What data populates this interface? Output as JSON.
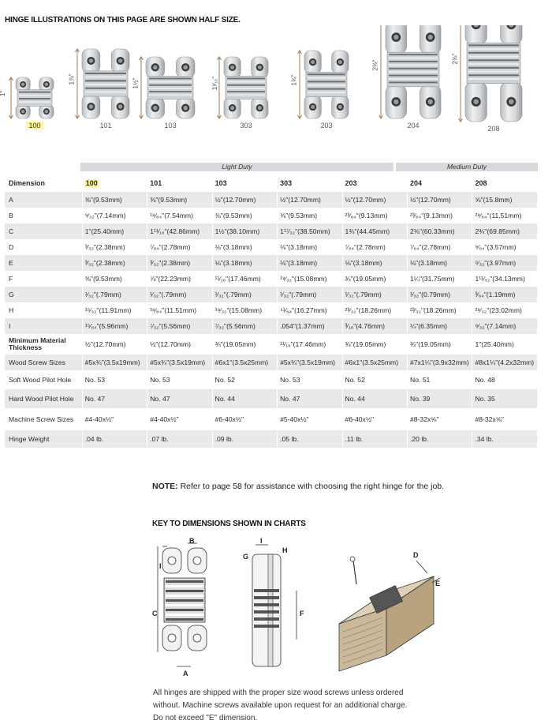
{
  "header": "HINGE ILLUSTRATIONS ON THIS PAGE ARE SHOWN HALF SIZE.",
  "hinges": [
    {
      "model": "100",
      "height_label": "1\""
    },
    {
      "model": "101",
      "height_label": "1⅞\""
    },
    {
      "model": "103",
      "height_label": "1½\""
    },
    {
      "model": "303",
      "height_label": "1³⁄₁₆\""
    },
    {
      "model": "203",
      "height_label": "1¾\""
    },
    {
      "model": "204",
      "height_label": "2⅜\""
    },
    {
      "model": "208",
      "height_label": "2¾\""
    }
  ],
  "duty": {
    "light": "Light Duty",
    "medium": "Medium Duty"
  },
  "table": {
    "header": [
      "Dimension",
      "100",
      "101",
      "103",
      "303",
      "203",
      "204",
      "208"
    ],
    "rows": [
      {
        "label": "A",
        "values": [
          "⅜\"(9.53mm)",
          "⅜\"(9.53mm)",
          "½\"(12.70mm)",
          "½\"(12.70mm)",
          "½\"(12.70mm)",
          "½\"(12.70mm)",
          "⅝\"(15.8mm)"
        ]
      },
      {
        "label": "B",
        "values": [
          "⁹⁄₃₂\"(7.14mm)",
          "¹⁹⁄₆₄\"(7.54mm)",
          "⅜\"(9.53mm)",
          "⅜\"(9.53mm)",
          "²³⁄₆₄\"(9.13mm)",
          "²³⁄₆₄\"(9.13mm)",
          "²⁹⁄₆₄\"(11.51mm)"
        ]
      },
      {
        "label": "C",
        "values": [
          "1\"(25.40mm)",
          "1¹¹⁄₁₆\"(42.86mm)",
          "1½\"(38.10mm)",
          "1¹⁷⁄₃₂\"(38.50mm)",
          "1¾\"(44.45mm)",
          "2⅜\"(60.33mm)",
          "2¾\"(69.85mm)"
        ]
      },
      {
        "label": "D",
        "values": [
          "³⁄₃₂\"(2.38mm)",
          "⁷⁄₆₄\"(2.78mm)",
          "⅛\"(3.18mm)",
          "⅛\"(3.18mm)",
          "⁷⁄₆₄\"(2.78mm)",
          "⁷⁄₆₄\"(2.78mm)",
          "⁹⁄₆₄\"(3.57mm)"
        ]
      },
      {
        "label": "E",
        "values": [
          "³⁄₃₂\"(2.38mm)",
          "³⁄₃₂\"(2.38mm)",
          "⅛\"(3.18mm)",
          "⅛\"(3.18mm)",
          "⅛\"(3.18mm)",
          "⅛\"(3.18mm)",
          "⁵⁄₃₂\"(3.97mm)"
        ]
      },
      {
        "label": "F",
        "values": [
          "⅜\"(9.53mm)",
          "⅞\"(22.23mm)",
          "¹¹⁄₁₆\"(17.46mm)",
          "¹⁹⁄₃₂\"(15.08mm)",
          "¾\"(19.05mm)",
          "1¼\"(31.75mm)",
          "1¹¹⁄₃₂\"(34.13mm)"
        ]
      },
      {
        "label": "G",
        "values": [
          "¹⁄₃₂\"(.79mm)",
          "¹⁄₃₂\"(.79mm)",
          "¹⁄₃₂\"(.79mm)",
          "¹⁄₃₂\"(.79mm)",
          "¹⁄₃₂\"(.79mm)",
          "¹⁄₃₂\"(0.79mm)",
          "³⁄₆₄\"(1.19mm)"
        ]
      },
      {
        "label": "H",
        "values": [
          "¹⁵⁄₃₂\"(11.91mm)",
          "²⁹⁄₆₄\"(11.51mm)",
          "¹⁹⁄₃₂\"(15.08mm)",
          "⁴¹⁄₆₄\"(16.27mm)",
          "²³⁄₃₂\"(18.26mm)",
          "²³⁄₃₂\"(18.26mm)",
          "²⁹⁄₃₂\"(23.02mm)"
        ]
      },
      {
        "label": "I",
        "values": [
          "¹⁵⁄₆₄\"(5.96mm)",
          "⁷⁄₃₂\"(5.56mm)",
          "⁷⁄₃₂\"(5.56mm)",
          ".054\"(1.37mm)",
          "³⁄₁₆\"(4.76mm)",
          "¼\"(6.35mm)",
          "⁹⁄₃₂\"(7.14mm)"
        ]
      },
      {
        "label": "Minimum Material Thickness",
        "values": [
          "½\"(12.70mm)",
          "½\"(12.70mm)",
          "¾\"(19.05mm)",
          "¹¹⁄₁₆\"(17.46mm)",
          "¾\"(19.05mm)",
          "¾\"(19.05mm)",
          "1\"(25.40mm)"
        ]
      },
      {
        "label": "Wood Screw Sizes",
        "values": [
          "#5x¾\"(3.5x19mm)",
          "#5x¾\"(3.5x19mm)",
          "#6x1\"(3.5x25mm)",
          "#5x¾\"(3.5x19mm)",
          "#6x1\"(3.5x25mm)",
          "#7x1¼\"(3.9x32mm)",
          "#8x1¼\"(4.2x32mm)"
        ]
      },
      {
        "label": "Soft Wood Pilot Hole",
        "values": [
          "No. 53",
          "No. 53",
          "No. 52",
          "No. 53",
          "No. 52",
          "No. 51",
          "No. 48"
        ]
      },
      {
        "label": "Hard Wood Pilot Hole",
        "values": [
          "No. 47",
          "No. 47",
          "No. 44",
          "No. 47",
          "No. 44",
          "No. 39",
          "No. 35"
        ]
      },
      {
        "label": "Machine Screw Sizes",
        "values": [
          "#4-40x½\"",
          "#4-40x½\"",
          "#6-40x½\"",
          "#5-40x½\"",
          "#6-40x½\"",
          "#8-32x⅝\"",
          "#8-32x⅝\""
        ]
      },
      {
        "label": "Hinge Weight",
        "values": [
          ".04 lb.",
          ".07 lb.",
          ".09 lb.",
          ".05 lb.",
          ".11 lb.",
          ".20 lb.",
          ".34 lb."
        ]
      }
    ]
  },
  "note": {
    "prefix": "NOTE:",
    "text": " Refer to page 58 for assistance with choosing the right hinge for the job."
  },
  "key": {
    "title": "KEY TO DIMENSIONS SHOWN IN CHARTS",
    "letters": [
      "A",
      "B",
      "C",
      "D",
      "E",
      "F",
      "G",
      "H",
      "I"
    ]
  },
  "footnote": [
    "All hinges are shipped with the proper size wood screws unless ordered",
    "without. Machine screws available upon request for an additional charge.",
    "Do not exceed \"E\" dimension."
  ]
}
